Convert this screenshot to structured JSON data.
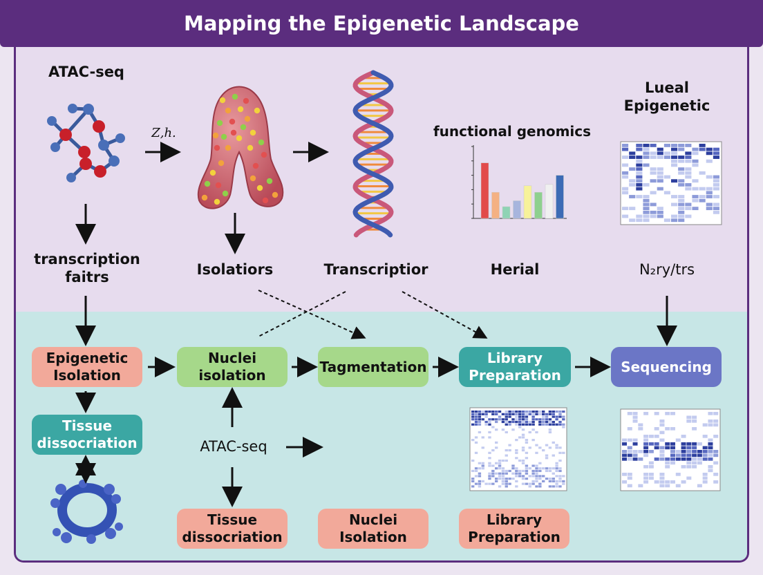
{
  "title": "Mapping the Epigenetic Landscape",
  "top": {
    "atac_label": "ATAC-seq",
    "arrow_note": "Ζ,h.",
    "functional_title": "functional genomics",
    "lueal_title": "Lueal Epigenetic",
    "row_labels": [
      "transcription faitrs",
      "Isolatiors",
      "Transcriptior",
      "Herial",
      "N₂ry/trs"
    ]
  },
  "process_boxes": [
    {
      "label": "Epigenetic Isolation",
      "color": "#f2a99a"
    },
    {
      "label": "Nuclei isolation",
      "color": "#a6d88a"
    },
    {
      "label": "Tagmentation",
      "color": "#a6d88a"
    },
    {
      "label": "Library Preparation",
      "color": "#3ba7a3"
    },
    {
      "label": "Sequencing",
      "color": "#6b76c6"
    }
  ],
  "lower": {
    "tissue_box": "Tissue dissocriation",
    "atac_label": "ATAC-seq",
    "bottom_boxes": [
      "Tissue dissocriation",
      "Nuclei Isolation",
      "Library Preparation"
    ]
  },
  "chart_data": {
    "type": "bar",
    "title": "",
    "values": [
      85,
      40,
      18,
      27,
      50,
      40,
      52,
      66
    ],
    "colors": [
      "#e24a4a",
      "#f4b183",
      "#8fd3b4",
      "#a7b5dd",
      "#f7f29a",
      "#8ed08e",
      "#f0f0f0",
      "#3c6bb5"
    ],
    "ylim": [
      0,
      110
    ]
  },
  "colors": {
    "title_bar": "#5b2d7e",
    "upper_panel": "#e7dcee",
    "lower_panel": "#c7e6e6",
    "dna_blue": "#3f5bb0",
    "dna_pink": "#c9587a"
  },
  "icons": [
    "molecule-icon",
    "chromosome-icon",
    "dna-helix-icon",
    "protein-ring-icon",
    "heatmap-icon"
  ]
}
